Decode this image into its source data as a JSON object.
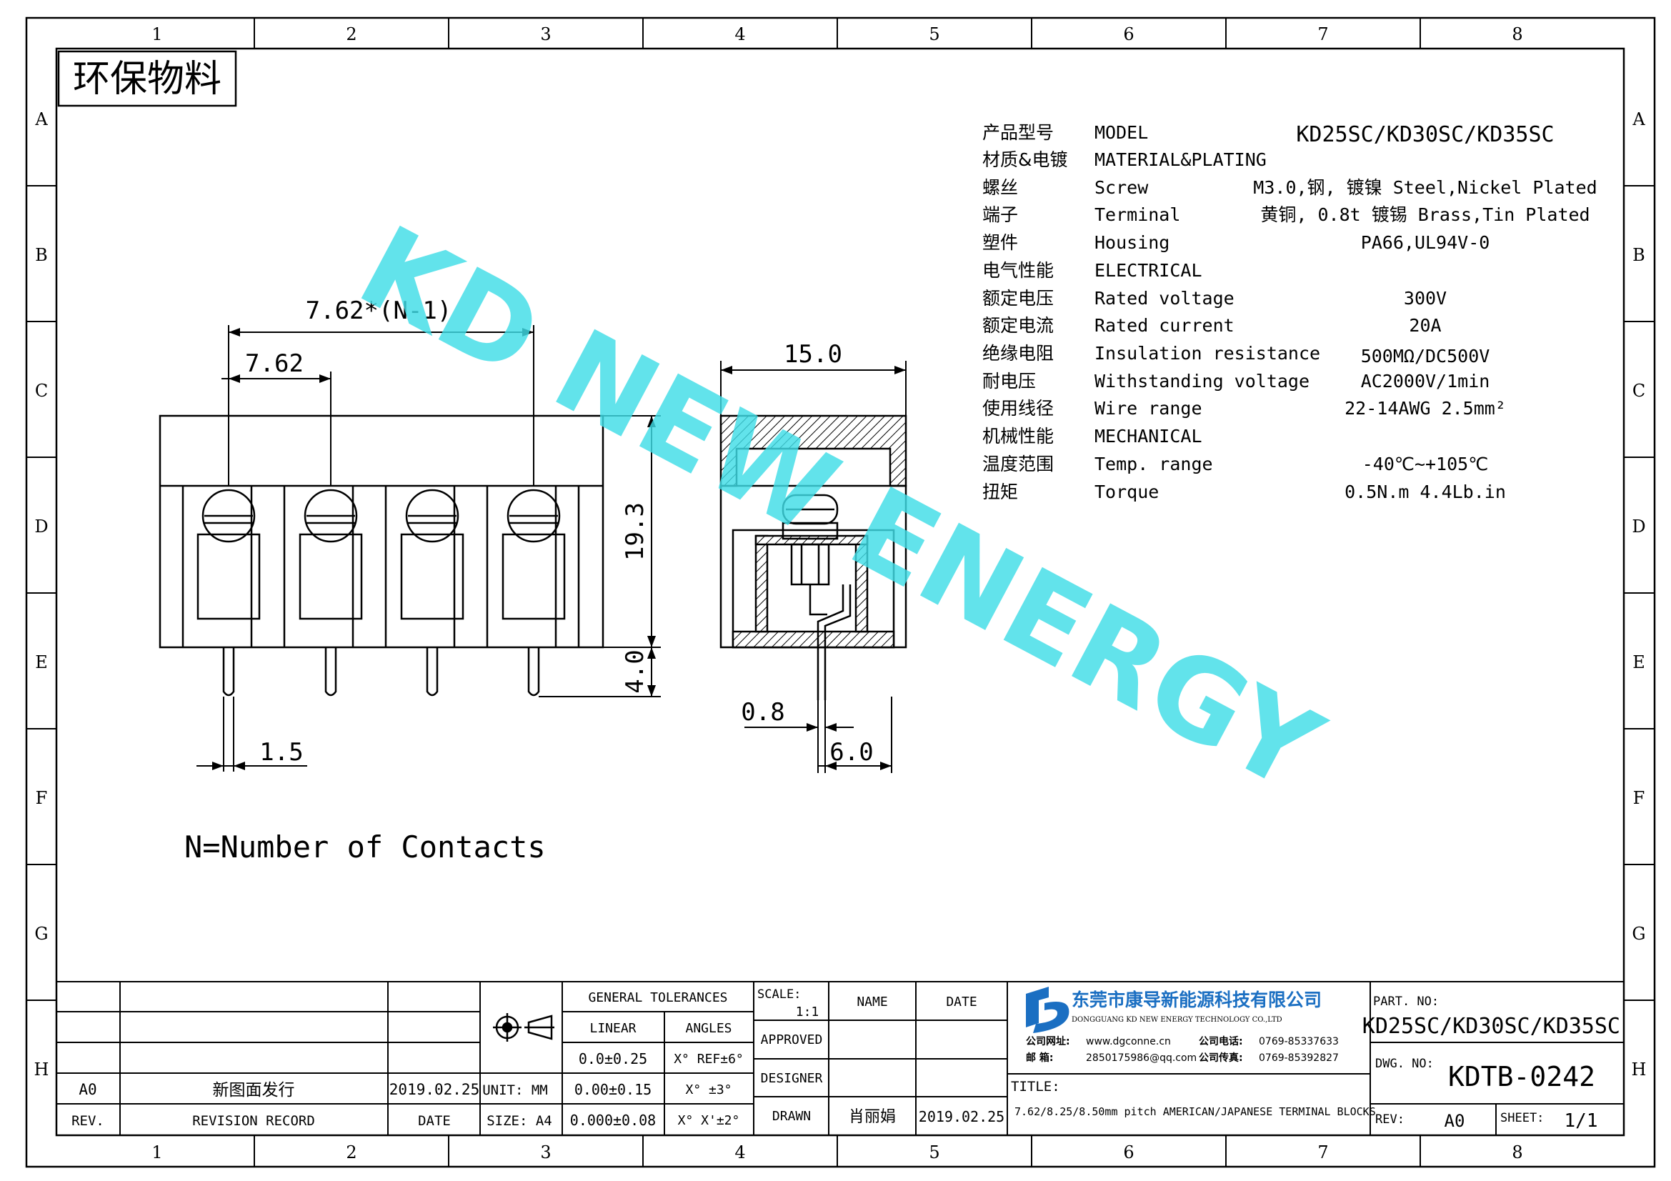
{
  "frame": {
    "columns": [
      "1",
      "2",
      "3",
      "4",
      "5",
      "6",
      "7",
      "8"
    ],
    "rows": [
      "A",
      "B",
      "C",
      "D",
      "E",
      "F",
      "G",
      "H"
    ]
  },
  "eco_tag": "环保物料",
  "watermark": "KD NEW ENERGY",
  "colors": {
    "watermark": "#3fdde6",
    "line": "#000000",
    "logo_blue": "#1b6fc2"
  },
  "specs": [
    {
      "cn": "产品型号",
      "en": "MODEL",
      "value": "KD25SC/KD30SC/KD35SC"
    },
    {
      "cn": "材质&电镀",
      "en": "MATERIAL&PLATING",
      "value": ""
    },
    {
      "cn": "螺丝",
      "en": "Screw",
      "value": "M3.0,钢, 镀镍 Steel,Nickel Plated"
    },
    {
      "cn": "端子",
      "en": "Terminal",
      "value": "黄铜, 0.8t 镀锡 Brass,Tin Plated"
    },
    {
      "cn": "塑件",
      "en": "Housing",
      "value": "PA66,UL94V-0"
    },
    {
      "cn": "电气性能",
      "en": "ELECTRICAL",
      "value": ""
    },
    {
      "cn": "额定电压",
      "en": "Rated voltage",
      "value": "300V"
    },
    {
      "cn": "额定电流",
      "en": "Rated current",
      "value": "20A"
    },
    {
      "cn": "绝缘电阻",
      "en": "Insulation resistance",
      "value": "500MΩ/DC500V"
    },
    {
      "cn": "耐电压",
      "en": "Withstanding voltage",
      "value": "AC2000V/1min"
    },
    {
      "cn": "使用线径",
      "en": "Wire range",
      "value": "22-14AWG 2.5mm²"
    },
    {
      "cn": "机械性能",
      "en": "MECHANICAL",
      "value": ""
    },
    {
      "cn": "温度范围",
      "en": "Temp. range",
      "value": "-40℃~+105℃"
    },
    {
      "cn": "扭矩",
      "en": "Torque",
      "value": "0.5N.m  4.4Lb.in"
    }
  ],
  "dims": {
    "pitch_n": "7.62*(N-1)",
    "pitch": "7.62",
    "height": "19.3",
    "pin_len": "4.0",
    "pin_w": "1.5",
    "width": "15.0",
    "pin_t": "0.8",
    "pin_off": "6.0"
  },
  "note": "N=Number of Contacts",
  "title_block": {
    "tol_header": "GENERAL TOLERANCES",
    "linear": "LINEAR",
    "angles": "ANGLES",
    "lin_vals": [
      "0.0±0.25",
      "0.00±0.15",
      "0.000±0.08"
    ],
    "ang_vals": [
      "X° REF±6°",
      "X° ±3°",
      "X° X'±2°"
    ],
    "unit": "UNIT: MM",
    "size": "SIZE: A4",
    "scale_label": "SCALE:",
    "scale_value": "1:1",
    "name_label": "NAME",
    "date_label": "DATE",
    "approved": "APPROVED",
    "designer": "DESIGNER",
    "drawn": "DRAWN",
    "drawn_name": "肖丽娟",
    "drawn_date": "2019.02.25",
    "rev_rev": "A0",
    "rev_desc": "新图面发行",
    "rev_date": "2019.02.25",
    "rev_label": "REV.",
    "revision_record": "REVISION RECORD",
    "date_col": "DATE",
    "company_cn": "东莞市康导新能源科技有限公司",
    "company_en": "DONGGUANG KD NEW ENERGY TECHNOLOGY CO.,LTD",
    "web_label": "公司网址:",
    "web": "www.dgconne.cn",
    "phone_label": "公司电话:",
    "phone": "0769-85337633",
    "mail_label": "邮    箱:",
    "mail": "2850175986@qq.com",
    "fax_label": "公司传真:",
    "fax": "0769-85392827",
    "title_label": "TITLE:",
    "title": "7.62/8.25/8.50mm pitch AMERICAN/JAPANESE TERMINAL BLOCKS",
    "part_label": "PART. NO:",
    "part": "KD25SC/KD30SC/KD35SC",
    "dwg_label": "DWG. NO:",
    "dwg": "KDTB-0242",
    "rev_field_label": "REV:",
    "rev_field": "A0",
    "sheet_label": "SHEET:",
    "sheet": "1/1"
  }
}
